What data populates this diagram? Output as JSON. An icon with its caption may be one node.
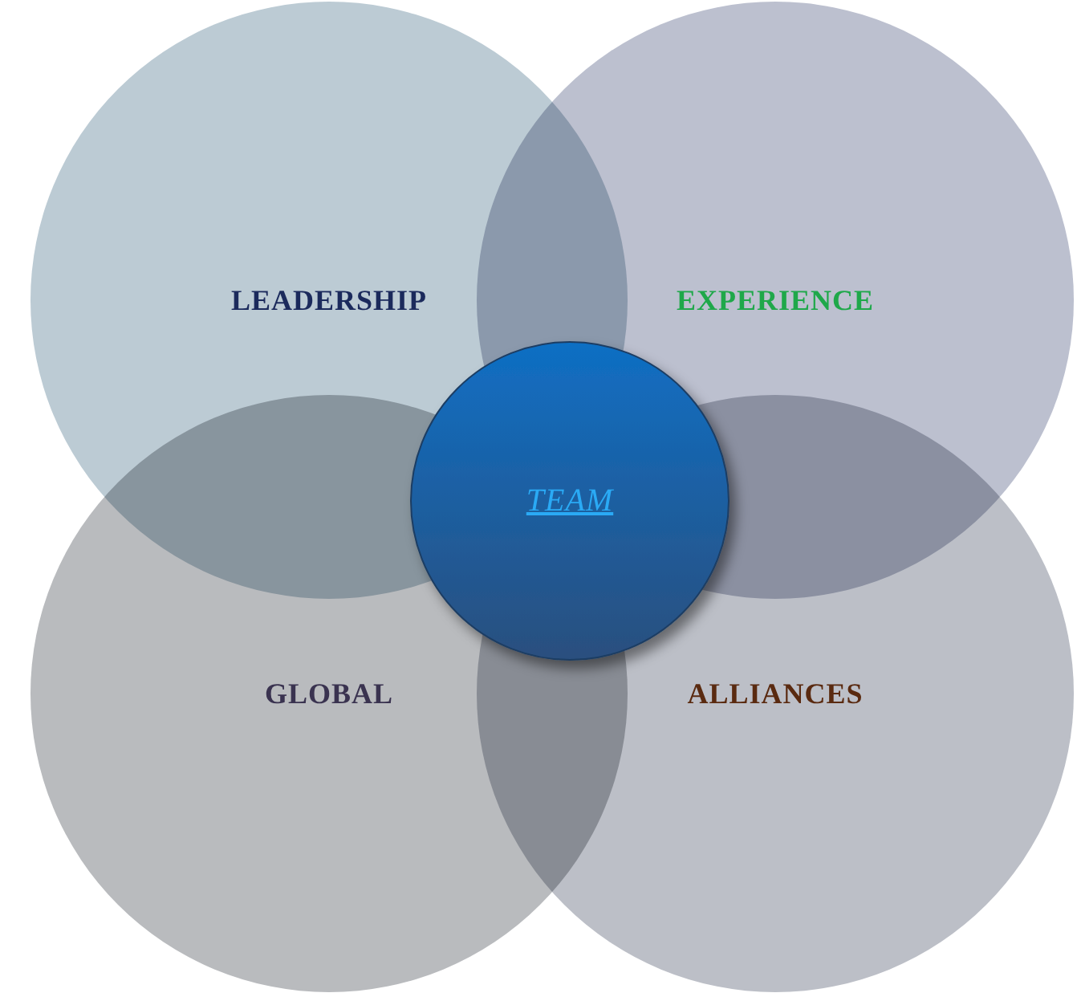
{
  "diagram": {
    "nodes": [
      {
        "text": [
          "LEADERSHIP"
        ]
      },
      {
        "text": [
          "EXPERIENCE"
        ]
      },
      {
        "text": [
          "GLOBAL"
        ]
      },
      {
        "text": [
          "ALLIANCES"
        ]
      },
      {
        "text": [
          "TEAM"
        ]
      }
    ]
  }
}
